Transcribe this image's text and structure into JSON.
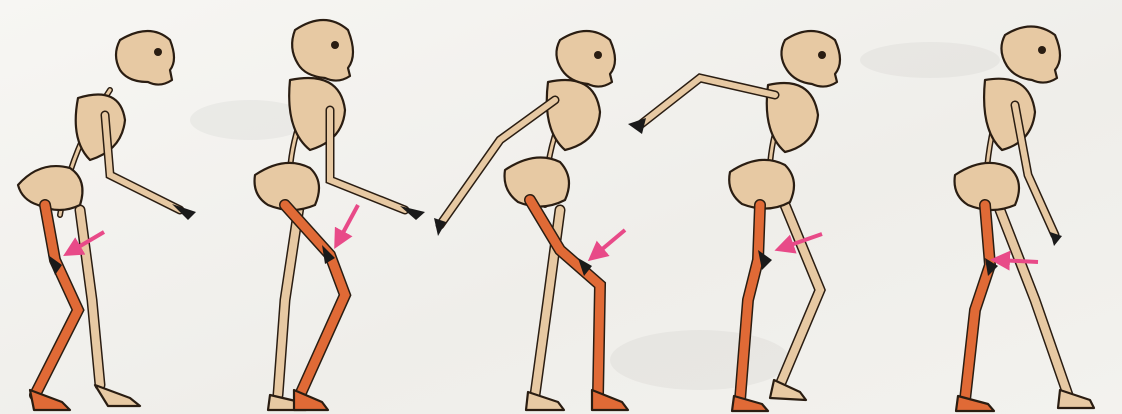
{
  "figure": {
    "background": "#f6f5f2",
    "palette": {
      "bone": "#e7c9a3",
      "highlighted_bone": "#e06a36",
      "outline": "#2a1d12",
      "arrow": "#e84a88",
      "hand": "#1a1a1a"
    },
    "skeletons": [
      {
        "name": "skeleton-1",
        "icon": "walking-skeleton-icon"
      },
      {
        "name": "skeleton-2",
        "icon": "walking-skeleton-icon"
      },
      {
        "name": "skeleton-3",
        "icon": "walking-skeleton-icon"
      },
      {
        "name": "skeleton-4",
        "icon": "walking-skeleton-icon"
      },
      {
        "name": "skeleton-5",
        "icon": "walking-skeleton-icon"
      }
    ],
    "arrows": 5
  }
}
